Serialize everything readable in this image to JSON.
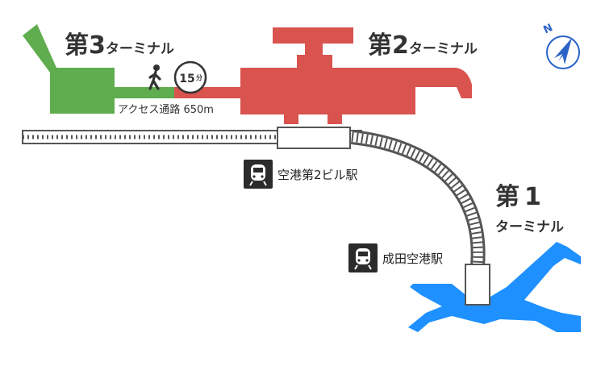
{
  "map": {
    "terminal3": {
      "prefix": "第",
      "number": "3",
      "suffix": "ターミナル"
    },
    "terminal2": {
      "prefix": "第",
      "number": "2",
      "suffix": "ターミナル"
    },
    "terminal1": {
      "prefix": "第",
      "number": "1",
      "suffix": "ターミナル"
    },
    "access_route": {
      "label": "アクセス通路 650m",
      "walk_time": "15",
      "walk_unit": "分"
    },
    "stations": [
      {
        "name": "空港第2ビル駅"
      },
      {
        "name": "成田空港駅"
      }
    ],
    "compass": {
      "letter": "N"
    },
    "colors": {
      "terminal3": "#5fad4e",
      "terminal2": "#d9534f",
      "terminal1": "#1e90ff",
      "rail": "#555555",
      "station_icon_bg": "#2b2b2b"
    }
  }
}
